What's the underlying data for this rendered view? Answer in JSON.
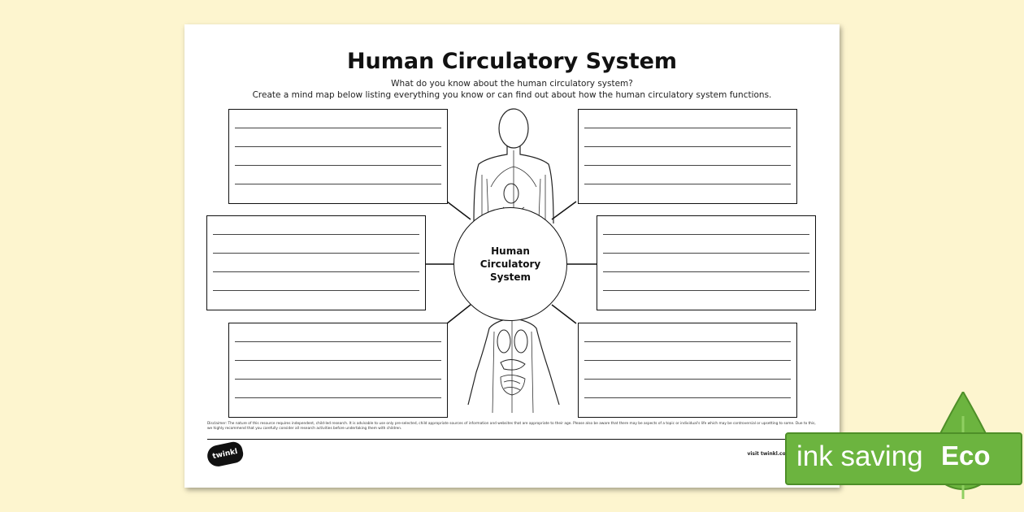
{
  "worksheet": {
    "title": "Human Circulatory System",
    "subtitle_line1": "What do you know about the human circulatory system?",
    "subtitle_line2": "Create a mind map below listing everything you know or can find out about how the human circulatory system functions.",
    "center_label": "Human\nCirculatory\nSystem",
    "disclaimer": "Disclaimer: The nature of this resource requires independent, child-led research. It is advisable to use only pre-selected, child appropriate sources of information and websites that are appropriate to their age. Please also be aware that there may be aspects of a topic or individual's life which may be controversial or upsetting to some. Due to this, we highly recommend that you carefully consider all research activities before undertaking them with children.",
    "logo_text": "twinkl",
    "footer_link": "visit twinkl.com"
  },
  "badge": {
    "label": "ink saving",
    "tag": "Eco",
    "color": "#6cb43f"
  }
}
